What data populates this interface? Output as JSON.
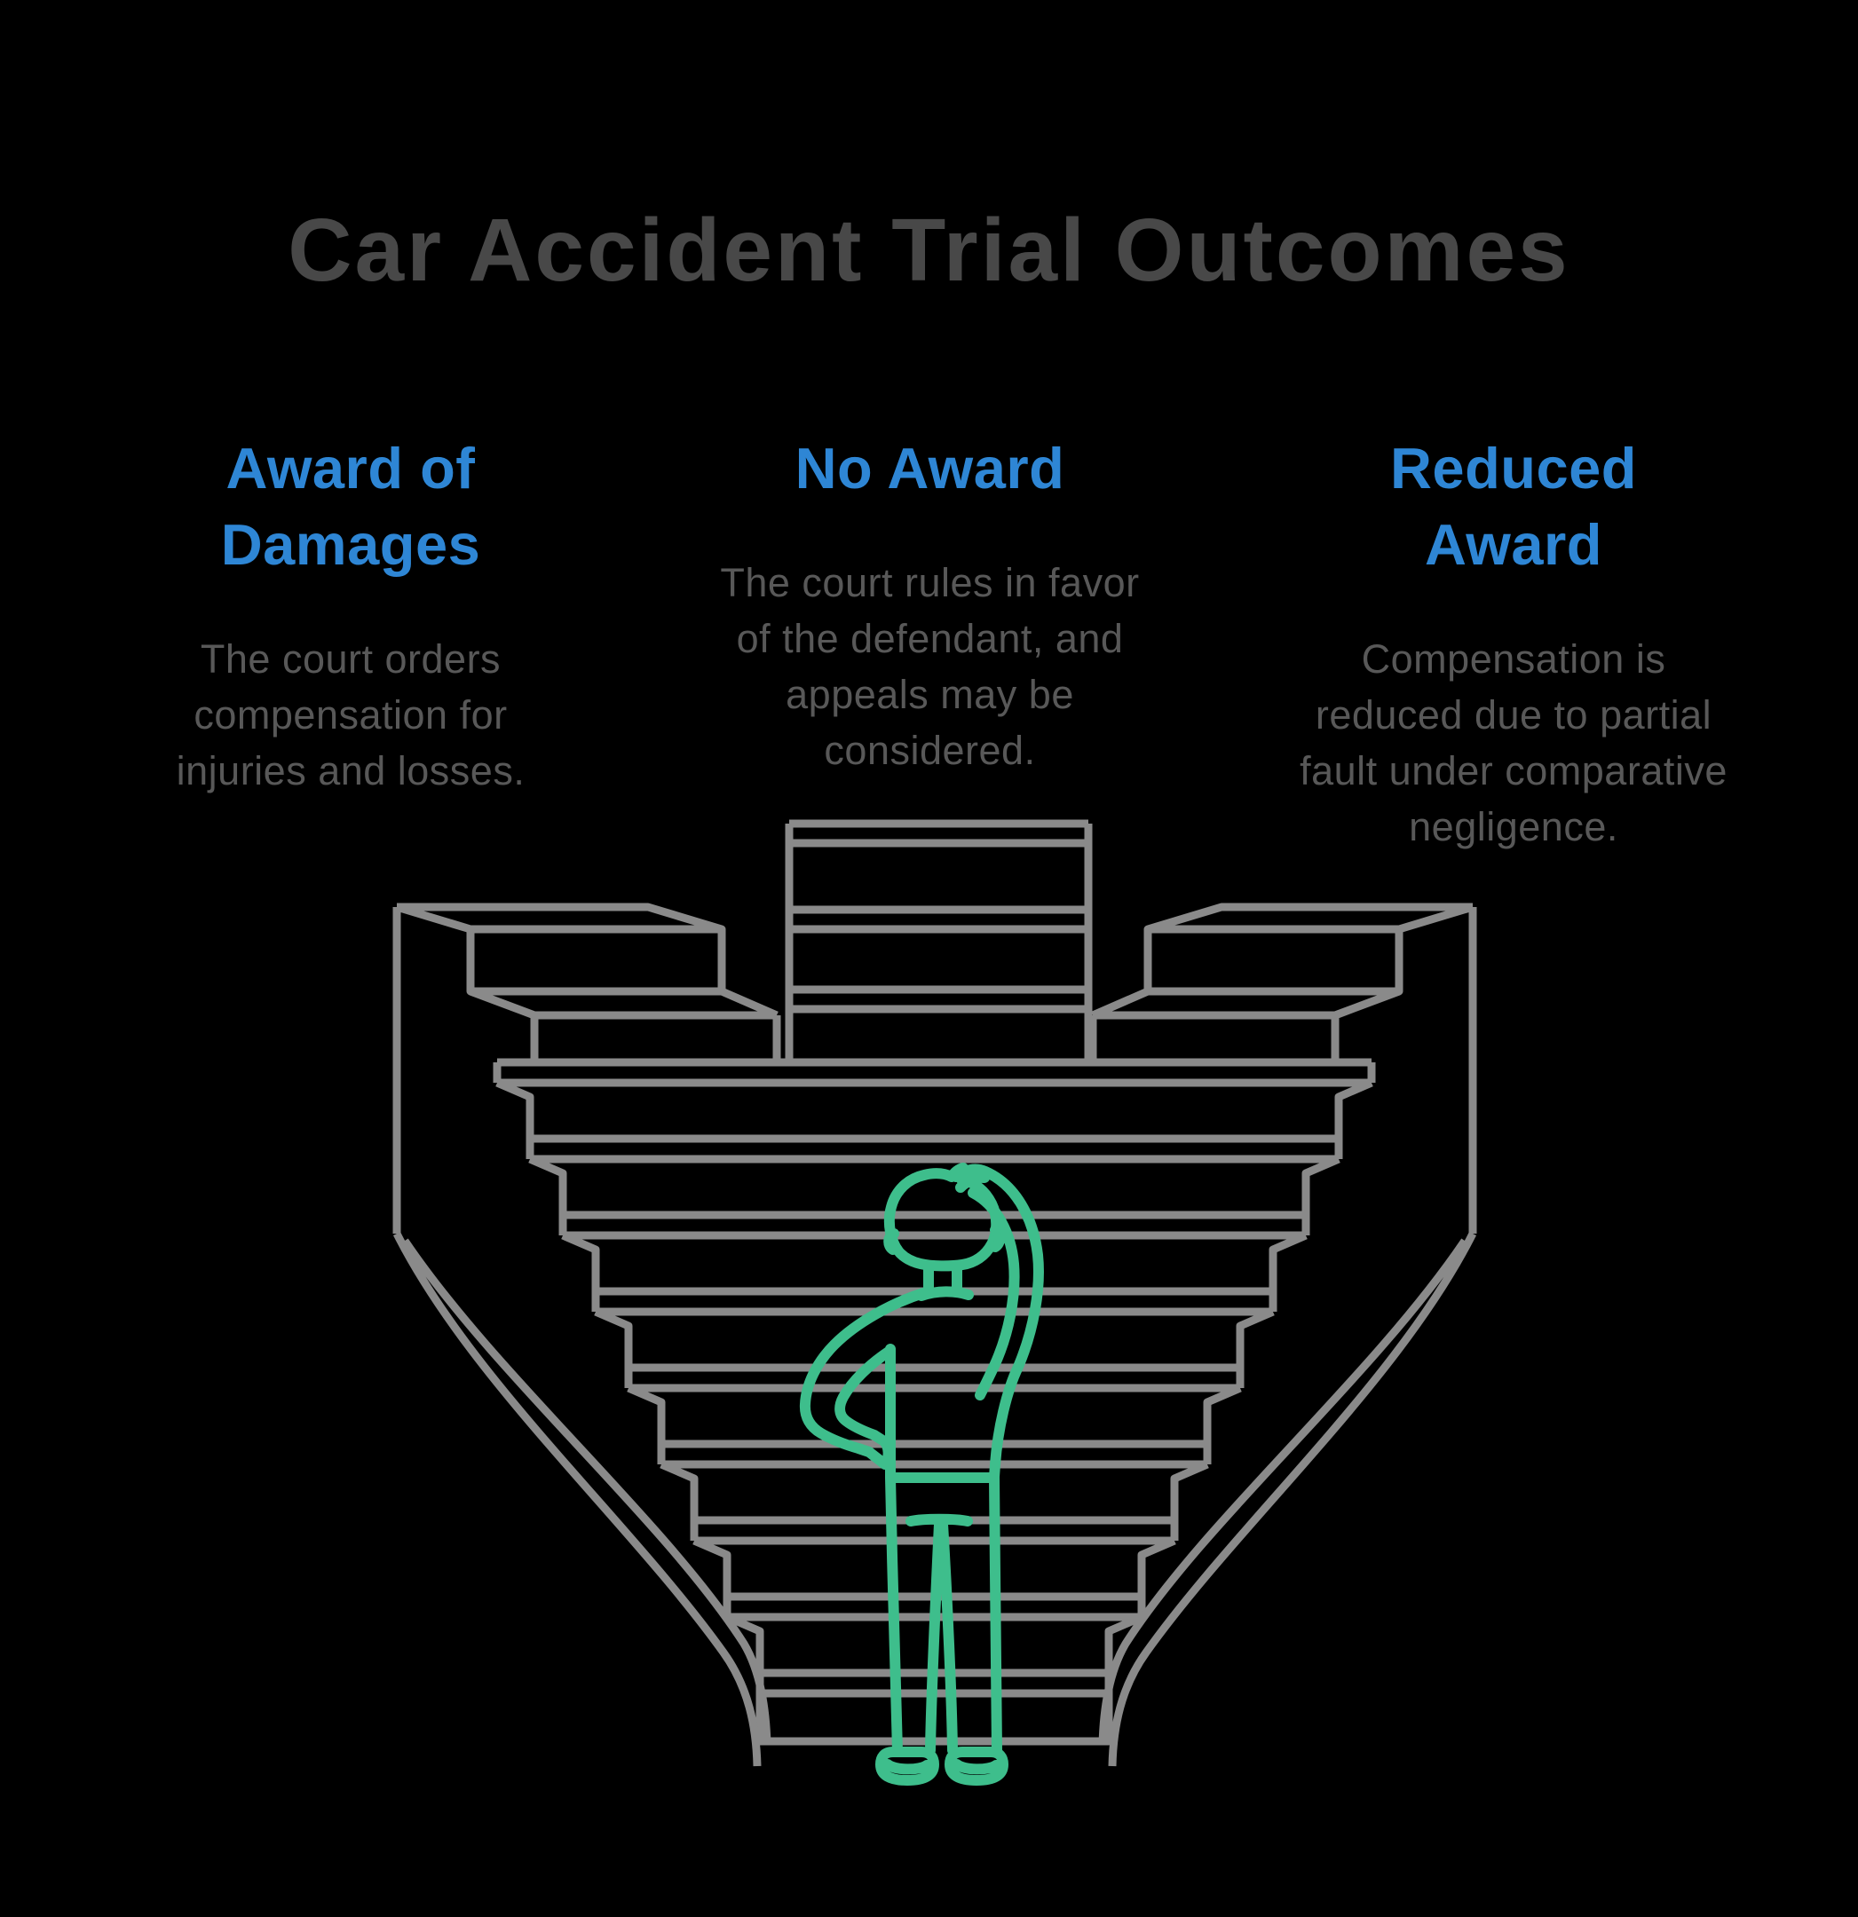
{
  "title": "Car Accident Trial Outcomes",
  "columns": [
    {
      "heading": "Award of\nDamages",
      "body": "The court orders\ncompensation for\ninjuries and losses."
    },
    {
      "heading": "No Award",
      "body": "The court rules in favor\nof the defendant, and\nappeals may be\nconsidered."
    },
    {
      "heading": "Reduced\nAward",
      "body": "Compensation is\nreduced due to partial\nfault under comparative\nnegligence."
    }
  ],
  "illustration": {
    "name": "confused-person-facing-converging-staircases",
    "description": "Line-art of a person scratching their head while standing at the bottom of three converging staircases",
    "parts": [
      "center-tower-steps",
      "left-platform",
      "right-platform",
      "converging-steps",
      "curved-side-walls",
      "confused-person"
    ]
  },
  "colors": {
    "background": "#000000",
    "title_text": "#484848",
    "heading_text": "#2e86d5",
    "body_text": "#585858",
    "line_gray": "#8a8a8a",
    "line_green": "#3ebe8c"
  }
}
